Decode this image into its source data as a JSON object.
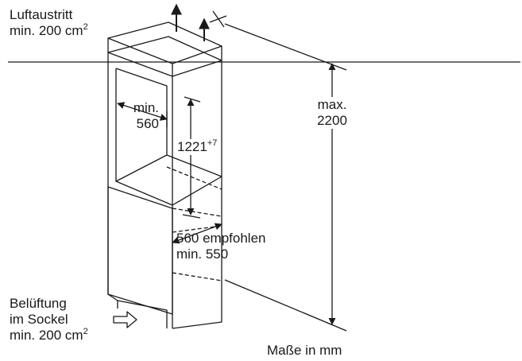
{
  "air_outlet": {
    "line1": "Luftaustritt",
    "line2_text": "min. 200 cm",
    "line2_sup": "2"
  },
  "ventilation": {
    "line1": "Belüftung",
    "line2": "im Sockel",
    "line3_text": "min. 200 cm",
    "line3_sup": "2"
  },
  "dimensions": {
    "niche_width_line1": "min.",
    "niche_width_line2": "560",
    "niche_height_main": "1221",
    "niche_height_sup": "+7",
    "max_height_line1": "max.",
    "max_height_line2": "2200",
    "depth_line1": "560 empfohlen",
    "depth_line2": "min. 550"
  },
  "footer": {
    "units": "Maße in mm"
  },
  "colors": {
    "line": "#1a1a1a",
    "background": "#ffffff"
  }
}
